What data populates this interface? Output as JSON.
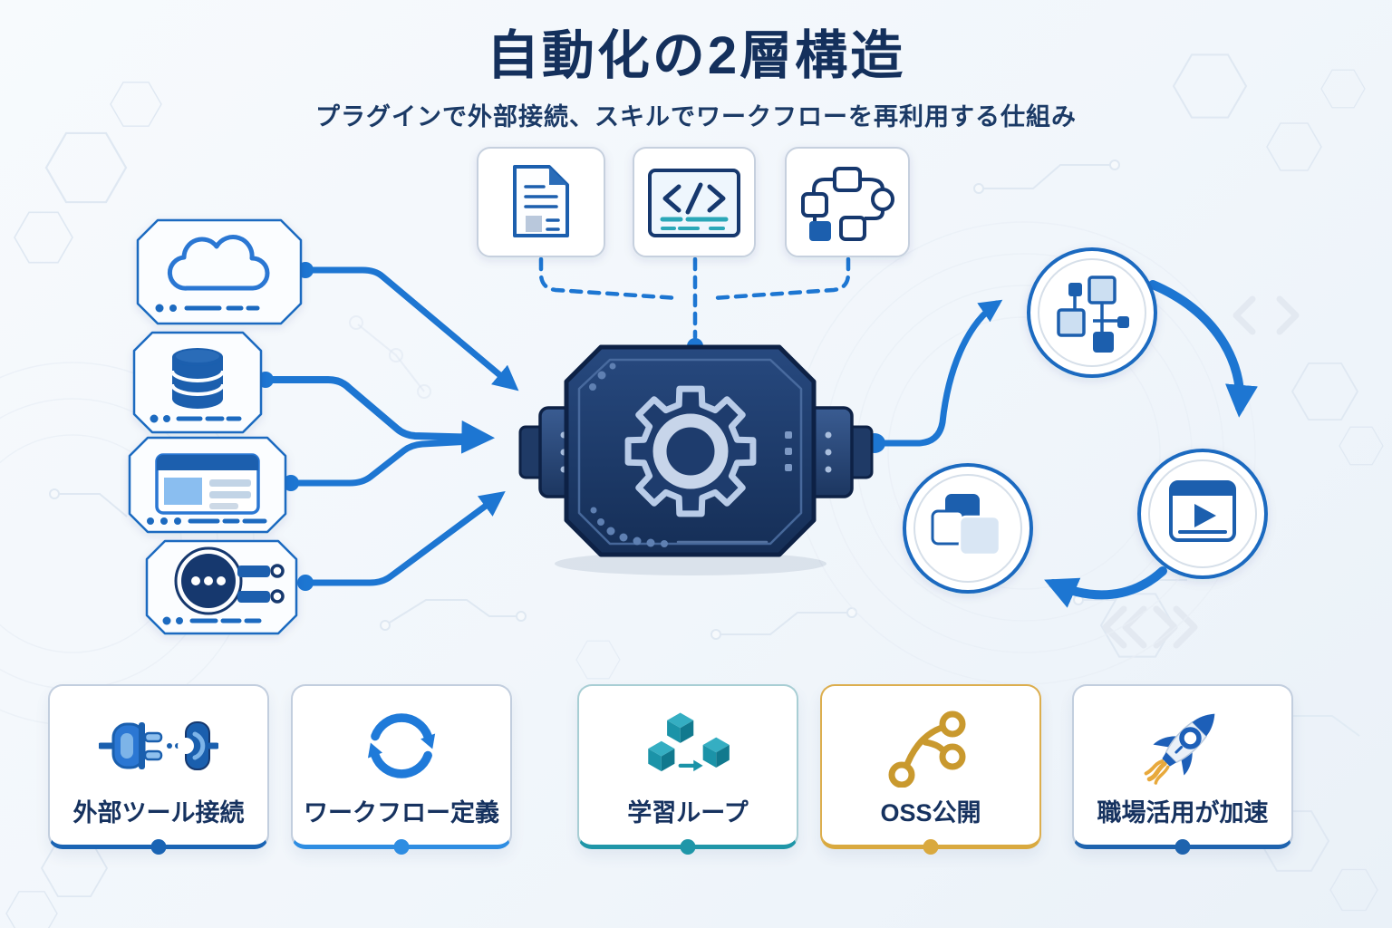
{
  "header": {
    "title": "自動化の2層構造",
    "subtitle": "プラグインで外部接続、スキルでワークフローを再利用する仕組み"
  },
  "colors": {
    "accent_blue": "#1d76d2",
    "navy_text": "#14305c",
    "engine_navy": "#1d3a6b",
    "icon_blue": "#1a5fae",
    "teal": "#1f96a8",
    "gold": "#d9a93f",
    "background": "#f4f8fc"
  },
  "diagram": {
    "top_inputs": [
      {
        "icon": "document-icon"
      },
      {
        "icon": "code-icon"
      },
      {
        "icon": "workflow-icon"
      }
    ],
    "sources": [
      {
        "icon": "cloud-icon"
      },
      {
        "icon": "database-icon"
      },
      {
        "icon": "browser-icon"
      },
      {
        "icon": "socket-icon"
      }
    ],
    "engine": {
      "icon": "gear-icon"
    },
    "cycle": [
      {
        "icon": "node-graph-icon"
      },
      {
        "icon": "video-player-icon"
      },
      {
        "icon": "layers-icon"
      }
    ]
  },
  "cards": [
    {
      "label": "外部ツール接続",
      "icon": "plug-icon",
      "accent": "#1a64b4",
      "border": "#c2cede"
    },
    {
      "label": "ワークフロー定義",
      "icon": "refresh-icon",
      "accent": "#2e8de2",
      "border": "#c2cede"
    },
    {
      "label": "学習ループ",
      "icon": "cubes-icon",
      "accent": "#1f96a8",
      "border": "#a8ced4"
    },
    {
      "label": "OSS公開",
      "icon": "git-branch-icon",
      "accent": "#d9a93f",
      "border": "#dcae4e"
    },
    {
      "label": "職場活用が加速",
      "icon": "rocket-icon",
      "accent": "#1e63ae",
      "border": "#c2cede"
    }
  ]
}
